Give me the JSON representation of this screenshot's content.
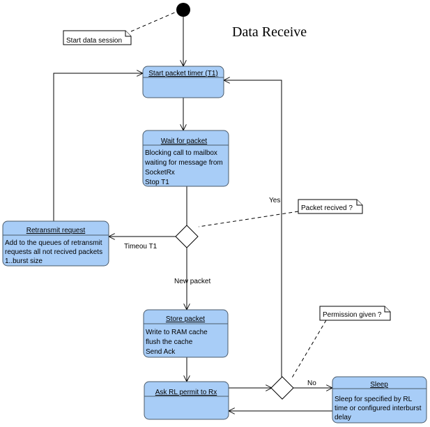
{
  "diagram": {
    "title": "Data Receive",
    "states": {
      "start_timer": {
        "title": "Start packet timer (T1)",
        "body": []
      },
      "wait_packet": {
        "title": "Wait for packet",
        "body": [
          "Blocking call to mailbox",
          "waiting for message from",
          "SocketRx",
          "Stop T1"
        ]
      },
      "retransmit": {
        "title": "Retransmit request",
        "body": [
          "Add to the queues of retransmit",
          "requests all not recived packets",
          "1..burst size"
        ]
      },
      "store_packet": {
        "title": "Store packet",
        "body": [
          "Write to RAM cache",
          "flush the cache",
          "Send Ack"
        ]
      },
      "ask_rl": {
        "title": "Ask RL permit to Rx",
        "body": []
      },
      "sleep": {
        "title": "Sleep",
        "body": [
          "Sleep for specified by RL",
          "time or configured interburst",
          "delay"
        ]
      }
    },
    "notes": {
      "start_session": "Start data session",
      "packet_received": "Packet recived ?",
      "permission_given": "Permission given ?"
    },
    "edge_labels": {
      "timeout": "Timeou T1",
      "new_packet": "New packet",
      "yes": "Yes",
      "no": "No"
    }
  }
}
